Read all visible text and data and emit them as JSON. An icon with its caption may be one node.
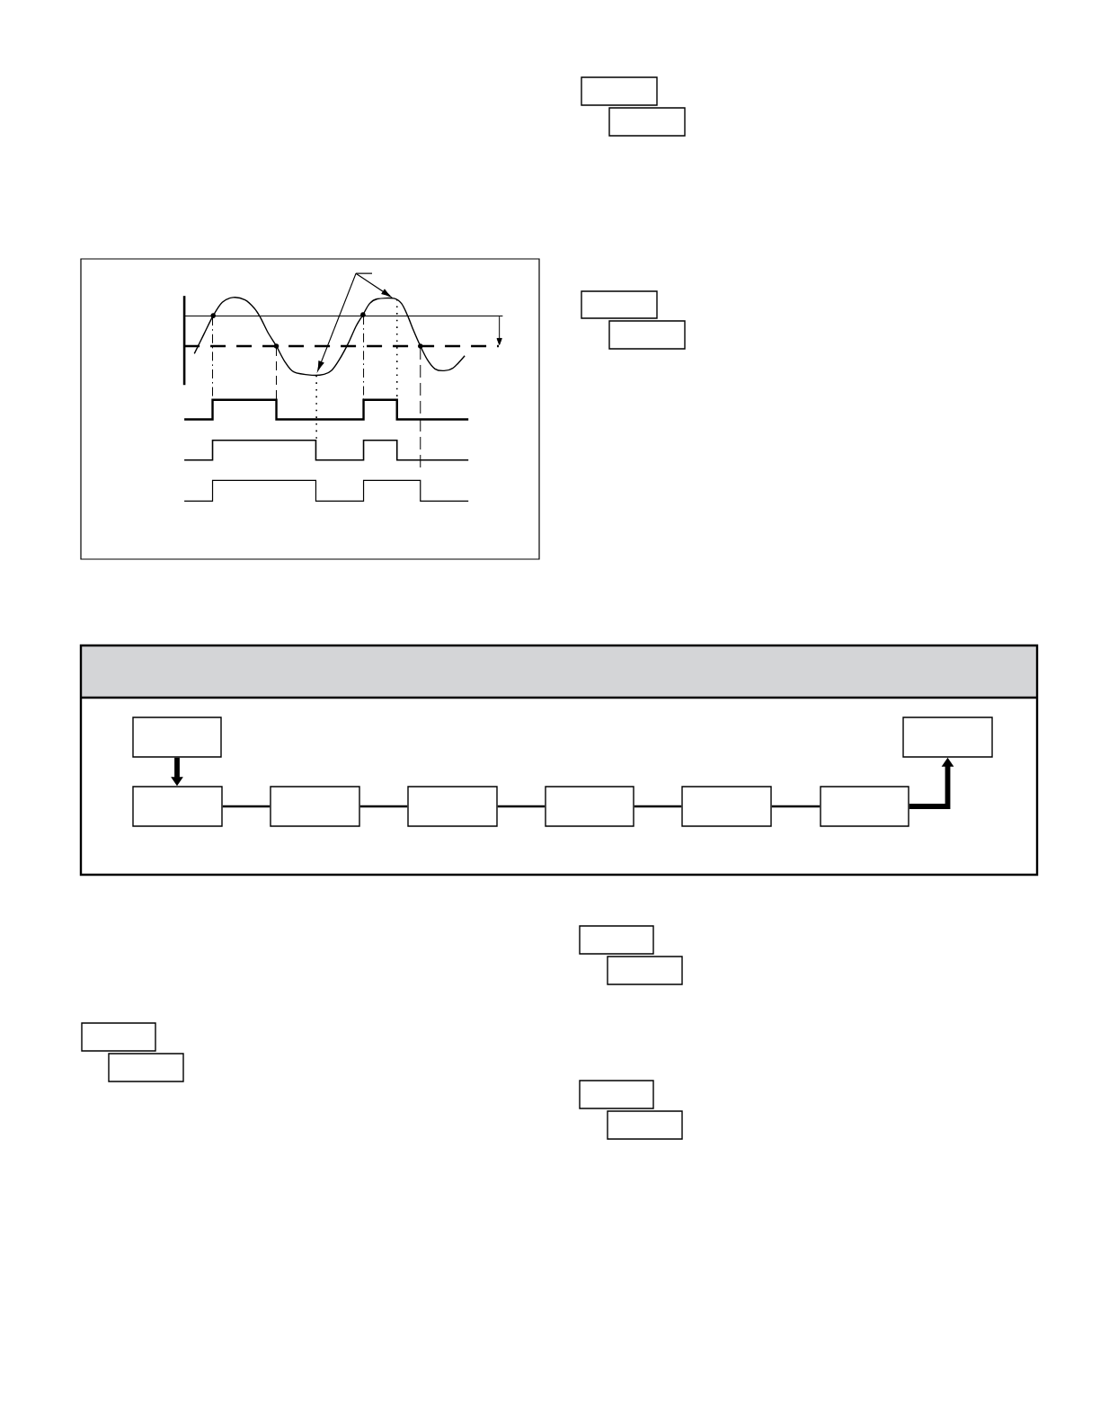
{
  "diagram": {
    "nodes": [
      {
        "text": [],
        "shape": "box"
      },
      {
        "text": [],
        "shape": "box"
      },
      {
        "text": [],
        "shape": "picture"
      },
      {
        "text": [],
        "shape": "box"
      },
      {
        "text": [],
        "shape": "box"
      },
      {
        "text": [],
        "shape": "box"
      },
      {
        "text": [],
        "shape": "box",
        "in": 5
      },
      {
        "text": [],
        "shape": "box",
        "in": 5
      },
      {
        "text": [],
        "shape": "box",
        "in": 5
      },
      {
        "text": [],
        "shape": "box",
        "in": 5
      },
      {
        "text": [],
        "shape": "box",
        "in": 5
      },
      {
        "text": [],
        "shape": "box",
        "in": 5
      },
      {
        "text": [],
        "shape": "box",
        "in": 5
      },
      {
        "text": [],
        "shape": "box",
        "in": 5
      },
      {
        "text": [],
        "shape": "box"
      },
      {
        "text": [],
        "shape": "box"
      },
      {
        "text": [],
        "shape": "box"
      },
      {
        "text": [],
        "shape": "box"
      },
      {
        "text": [],
        "shape": "box"
      },
      {
        "text": [],
        "shape": "box"
      }
    ],
    "edges": [
      {
        "from": 6,
        "to": 7,
        "arrow": "to",
        "style": "thick"
      },
      {
        "from": 7,
        "to": 8,
        "arrow": "none"
      },
      {
        "from": 8,
        "to": 9,
        "arrow": "none"
      },
      {
        "from": 9,
        "to": 10,
        "arrow": "none"
      },
      {
        "from": 10,
        "to": 11,
        "arrow": "none"
      },
      {
        "from": 11,
        "to": 12,
        "arrow": "none"
      },
      {
        "from": 12,
        "to": 13,
        "arrow": "to",
        "style": "thick"
      }
    ]
  }
}
